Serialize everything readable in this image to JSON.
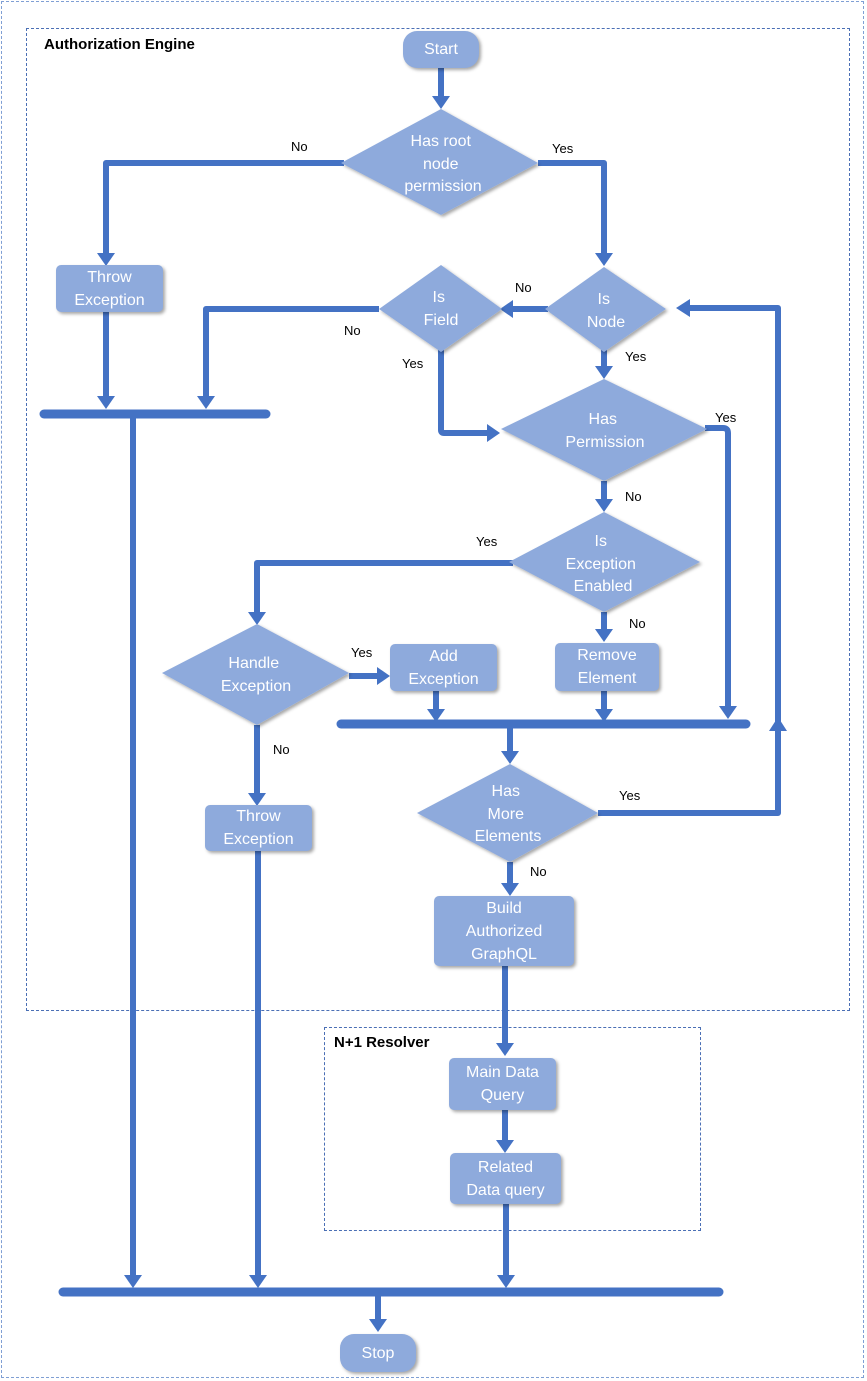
{
  "containers": {
    "authorization_engine": "Authorization Engine",
    "n1_resolver": "N+1 Resolver"
  },
  "nodes": {
    "start": "Start",
    "stop": "Stop",
    "has_root_permission": [
      "Has root",
      "node",
      "permission"
    ],
    "throw_exception_top": "Throw\nException",
    "is_field": [
      "Is",
      "Field"
    ],
    "is_node": [
      "Is",
      "Node"
    ],
    "has_permission": [
      "Has",
      "Permission"
    ],
    "is_exception_enabled": [
      "Is",
      "Exception",
      "Enabled"
    ],
    "handle_exception": [
      "Handle",
      "Exception"
    ],
    "add_exception": "Add\nException",
    "remove_element": "Remove\nElement",
    "has_more_elements": [
      "Has",
      "More",
      "Elements"
    ],
    "throw_exception_bottom": "Throw\nException",
    "build_authorized_graphql": "Build\nAuthorized\nGraphQL",
    "main_data_query": "Main Data\nQuery",
    "related_data_query": "Related\nData query"
  },
  "edge_labels": {
    "root_no": "No",
    "root_yes": "Yes",
    "node_no": "No",
    "node_yes": "Yes",
    "field_no": "No",
    "field_yes": "Yes",
    "permission_yes": "Yes",
    "permission_no": "No",
    "exception_enabled_yes": "Yes",
    "exception_enabled_no": "No",
    "handle_yes": "Yes",
    "handle_no": "No",
    "more_yes": "Yes",
    "more_no": "No"
  },
  "colors": {
    "connector": "#4472c4",
    "shape_fill": "#8eaadc",
    "shape_text": "#ffffff"
  }
}
